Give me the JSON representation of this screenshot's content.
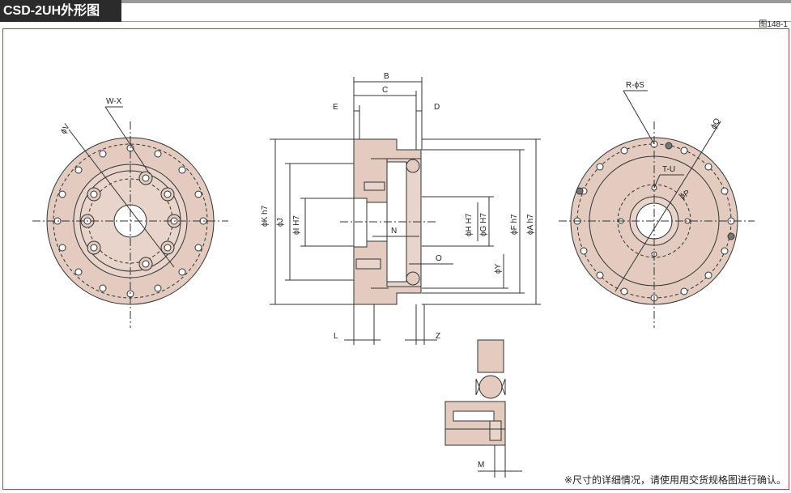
{
  "header": {
    "title": "CSD-2UH外形图",
    "figure_number": "图148-1"
  },
  "note": "※尺寸的详细情况，请使用用交货规格图进行确认。",
  "colors": {
    "part_fill": "#e3cbc0",
    "part_stroke": "#333333",
    "frame": "#b04a4a",
    "header_bg": "#2b2b2b"
  },
  "labels": {
    "left_view": {
      "dia_v": "ϕV",
      "wx": "W-X"
    },
    "right_view": {
      "rs": "R-ϕS",
      "dia_q": "ϕQ",
      "tu": "T-U",
      "dia_p": "ϕP"
    },
    "section": {
      "b": "B",
      "c": "C",
      "e": "E",
      "d": "D",
      "k": "ϕK h7",
      "j": "ϕJ",
      "i": "ϕI H7",
      "h": "ϕH H7",
      "g": "ϕG H7",
      "f": "ϕF h7",
      "a": "ϕA h7",
      "n": "N",
      "o": "O",
      "y": "ϕY",
      "l": "L",
      "z": "Z"
    },
    "detail": {
      "m": "M"
    }
  }
}
